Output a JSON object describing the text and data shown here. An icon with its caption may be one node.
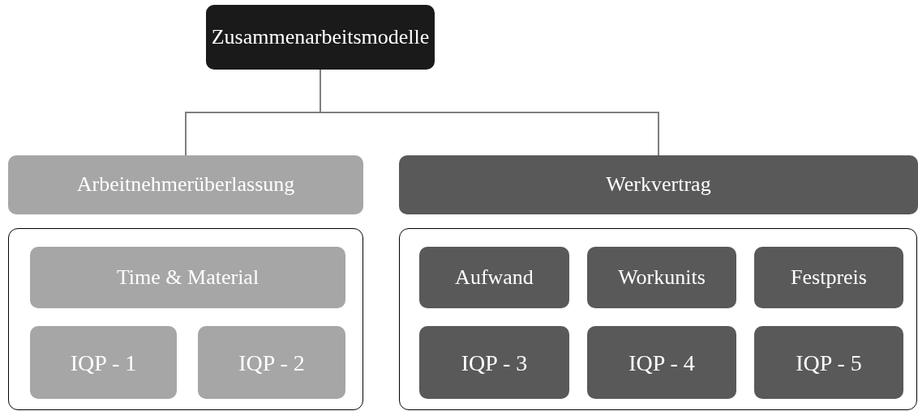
{
  "diagram": {
    "nodes": [
      {
        "text": [
          "Zusammenarbeitsmodelle"
        ]
      },
      {
        "text": [
          "Arbeitnehmerüberlassung"
        ]
      },
      {
        "text": [
          "Werkvertrag"
        ]
      },
      {
        "text": [],
        "shape": "box"
      },
      {
        "text": [
          "Time & Material"
        ],
        "in": 3
      },
      {
        "text": [
          "IQP - 1"
        ],
        "in": 3
      },
      {
        "text": [
          "IQP - 2"
        ],
        "in": 3
      },
      {
        "text": [],
        "shape": "box"
      },
      {
        "text": [
          "Aufwand"
        ],
        "in": 7
      },
      {
        "text": [
          "Workunits"
        ],
        "in": 7
      },
      {
        "text": [
          "Festpreis"
        ],
        "in": 7
      },
      {
        "text": [
          "IQP - 3"
        ],
        "in": 7
      },
      {
        "text": [
          "IQP - 4"
        ],
        "in": 7
      },
      {
        "text": [
          "IQP - 5"
        ],
        "in": 7
      }
    ],
    "edges": [
      {
        "from": 0,
        "to": 1,
        "arrow": "none"
      },
      {
        "from": 0,
        "to": 2,
        "arrow": "none"
      }
    ]
  }
}
